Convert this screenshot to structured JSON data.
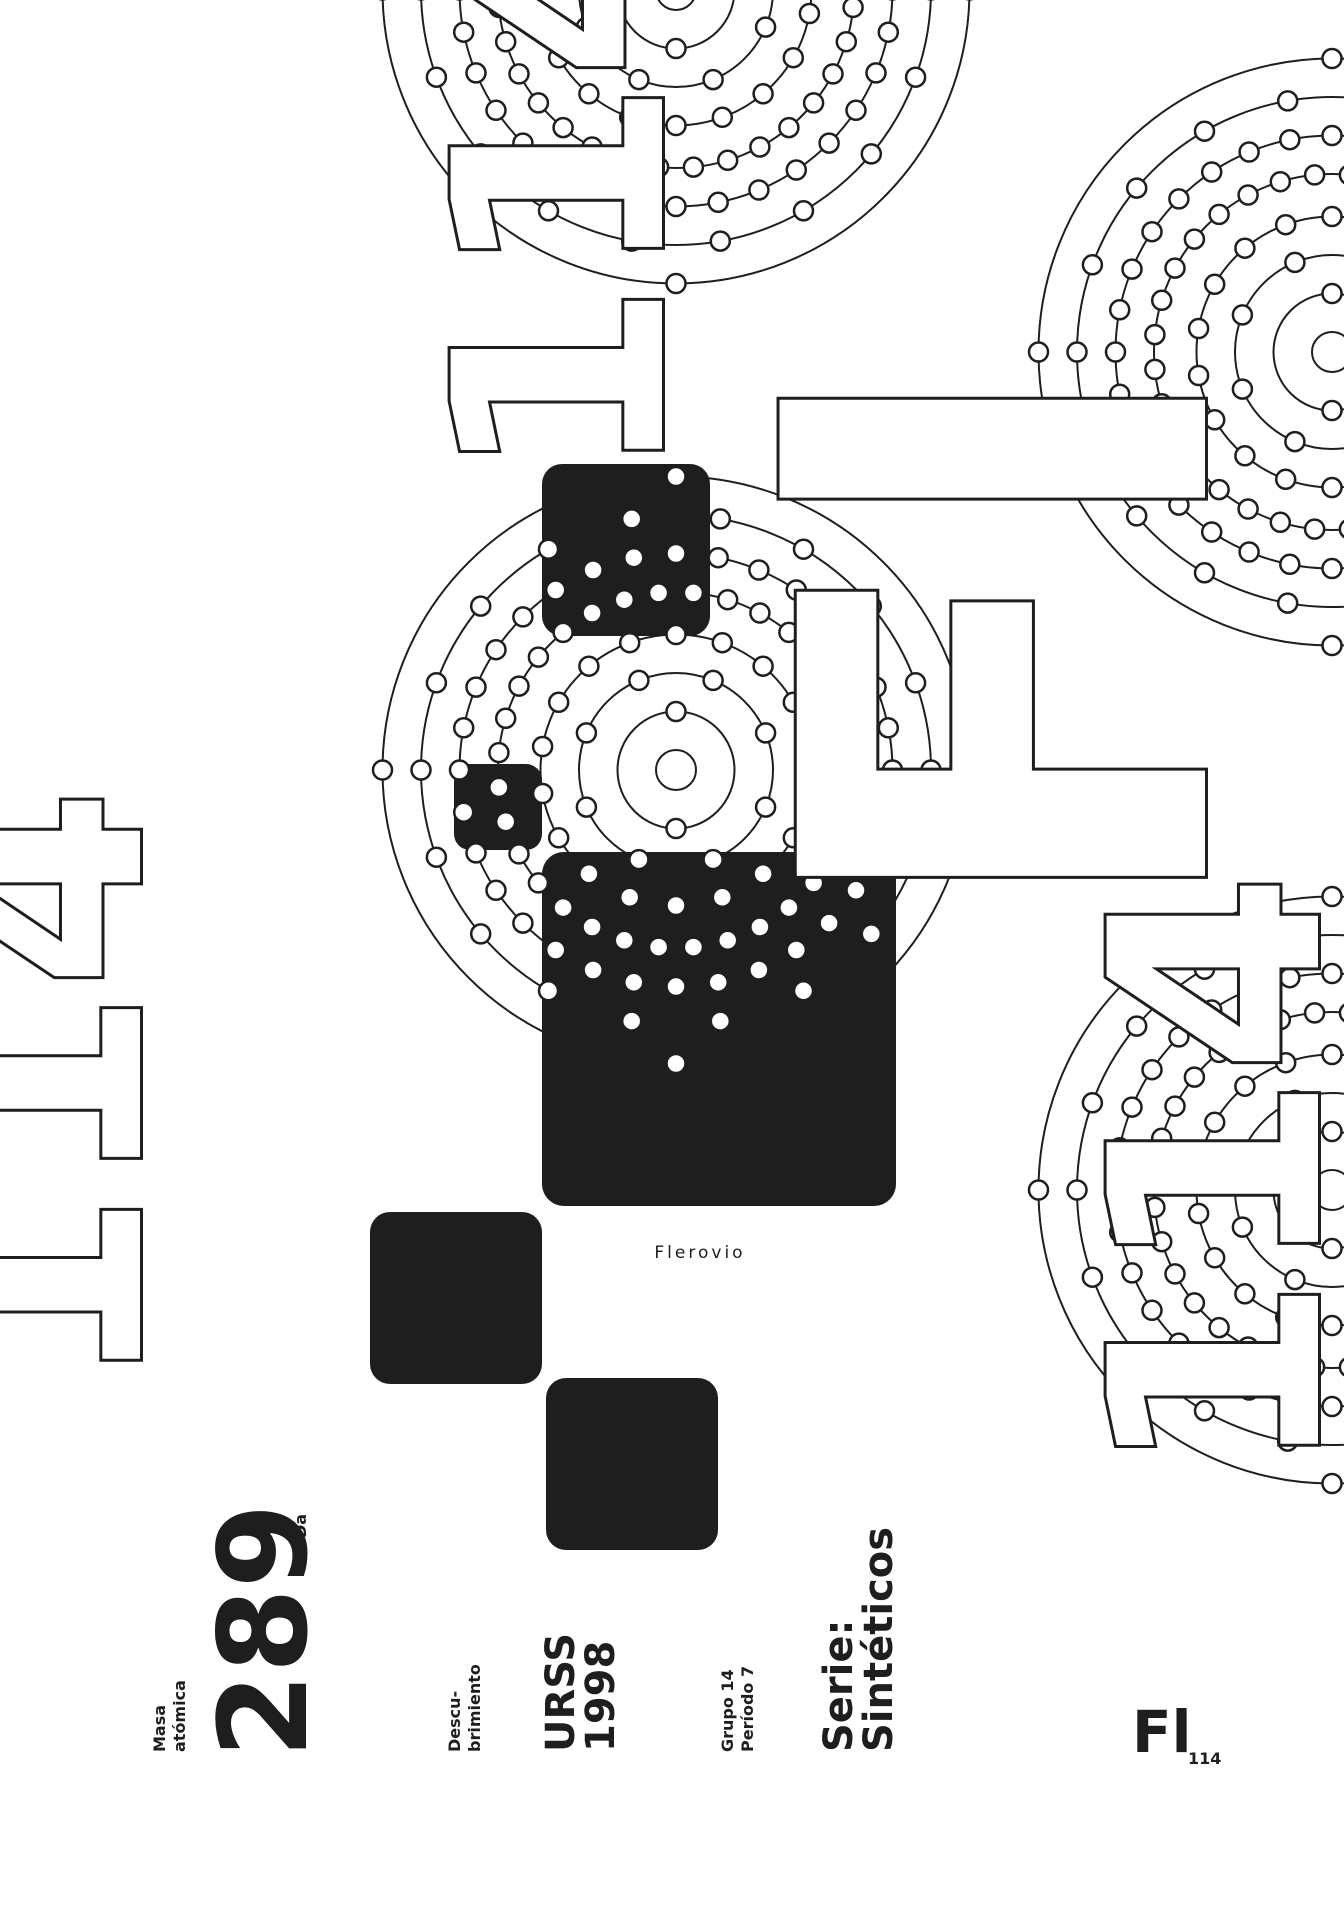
{
  "element": {
    "symbol": "Fl",
    "name": "Flerovio",
    "atomic_number": "114",
    "mass_label": [
      "Masa",
      "atómica"
    ],
    "mass_value": "289",
    "mass_unit": "Da",
    "discovery_label": [
      "Descu-",
      "brimiento"
    ],
    "discovery_value": [
      "URSS",
      "1998"
    ],
    "group_period": [
      "Grupo 14",
      "Período 7"
    ],
    "series": [
      "Serie:",
      "Sintéticos"
    ],
    "corner_symbol": "Fl",
    "corner_number": "114"
  },
  "electron_shells": [
    2,
    8,
    18,
    32,
    32,
    18,
    4
  ],
  "colors": {
    "ink": "#1e1e1e",
    "paper": "#ffffff"
  }
}
